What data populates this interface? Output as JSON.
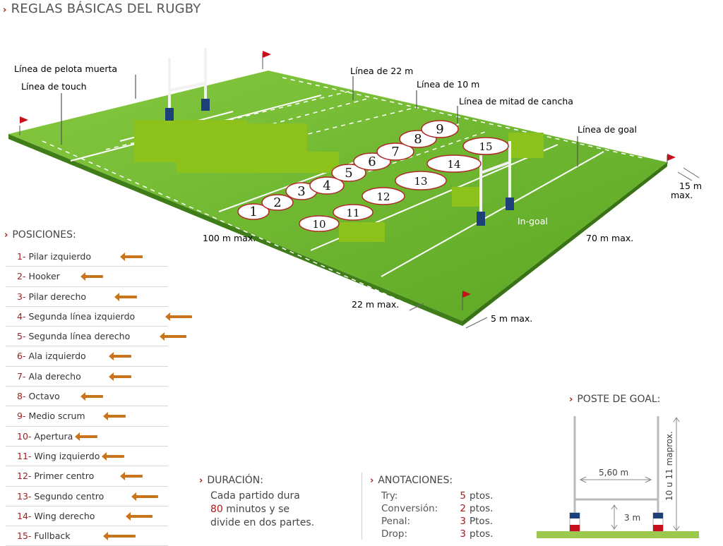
{
  "title": "REGLAS BÁSICAS DEL RUGBY",
  "field_labels": {
    "dead_ball": "Línea de pelota muerta",
    "touch": "Línea de touch",
    "l22": "Línea de 22 m",
    "l10": "Línea de 10 m",
    "half": "Línea de mitad de cancha",
    "goal": "Línea de goal",
    "d15": "15 m",
    "max15": "max.",
    "ingoal": "In-goal",
    "d100": "100 m max.",
    "d70": "70 m max.",
    "d22": "22 m max.",
    "d5": "5 m max."
  },
  "player_markers": [
    "1",
    "2",
    "3",
    "4",
    "5",
    "6",
    "7",
    "8",
    "9",
    "10",
    "11",
    "12",
    "13",
    "14",
    "15"
  ],
  "positions": {
    "heading": "POSICIONES:",
    "items": [
      {
        "num": "1-",
        "name": "Pilar izquierdo"
      },
      {
        "num": "2-",
        "name": "Hooker"
      },
      {
        "num": "3-",
        "name": "Pilar derecho"
      },
      {
        "num": "4-",
        "name": "Segunda línea izquierdo"
      },
      {
        "num": "5-",
        "name": "Segunda línea derecho"
      },
      {
        "num": "6-",
        "name": "Ala izquierdo"
      },
      {
        "num": "7-",
        "name": "Ala derecho"
      },
      {
        "num": "8-",
        "name": "Octavo"
      },
      {
        "num": "9-",
        "name": "Medio scrum"
      },
      {
        "num": "10-",
        "name": "Apertura"
      },
      {
        "num": "11-",
        "name": "Wing izquierdo"
      },
      {
        "num": "12-",
        "name": "Primer centro"
      },
      {
        "num": "13-",
        "name": "Segundo centro"
      },
      {
        "num": "14-",
        "name": "Wing derecho"
      },
      {
        "num": "15-",
        "name": "Fullback"
      }
    ]
  },
  "duration": {
    "heading": "DURACIÓN:",
    "line1": "Cada partido dura",
    "minutes": "80",
    "line2_rest": " minutos y se",
    "line3": "divide en dos partes."
  },
  "scoring": {
    "heading": "ANOTACIONES:",
    "rows": [
      {
        "label": "Try:",
        "points": "5",
        "unit": "ptos."
      },
      {
        "label": "Conversión:",
        "points": "2",
        "unit": "ptos."
      },
      {
        "label": "Penal:",
        "points": "3",
        "unit": "Ptos."
      },
      {
        "label": "Drop:",
        "points": "3",
        "unit": "ptos."
      }
    ]
  },
  "goal_post": {
    "heading": "POSTE DE GOAL:",
    "width": "5,60 m",
    "crossbar": "3 m",
    "height": "10 u 11 maprox."
  },
  "colors": {
    "field_light": "#7ec23c",
    "field_dark": "#4f9a1e",
    "patch": "#8dc21c",
    "accent_red": "#b01818",
    "arrow": "#c8741c",
    "post_blue": "#1d3f7a",
    "flag_red": "#c8101c"
  }
}
